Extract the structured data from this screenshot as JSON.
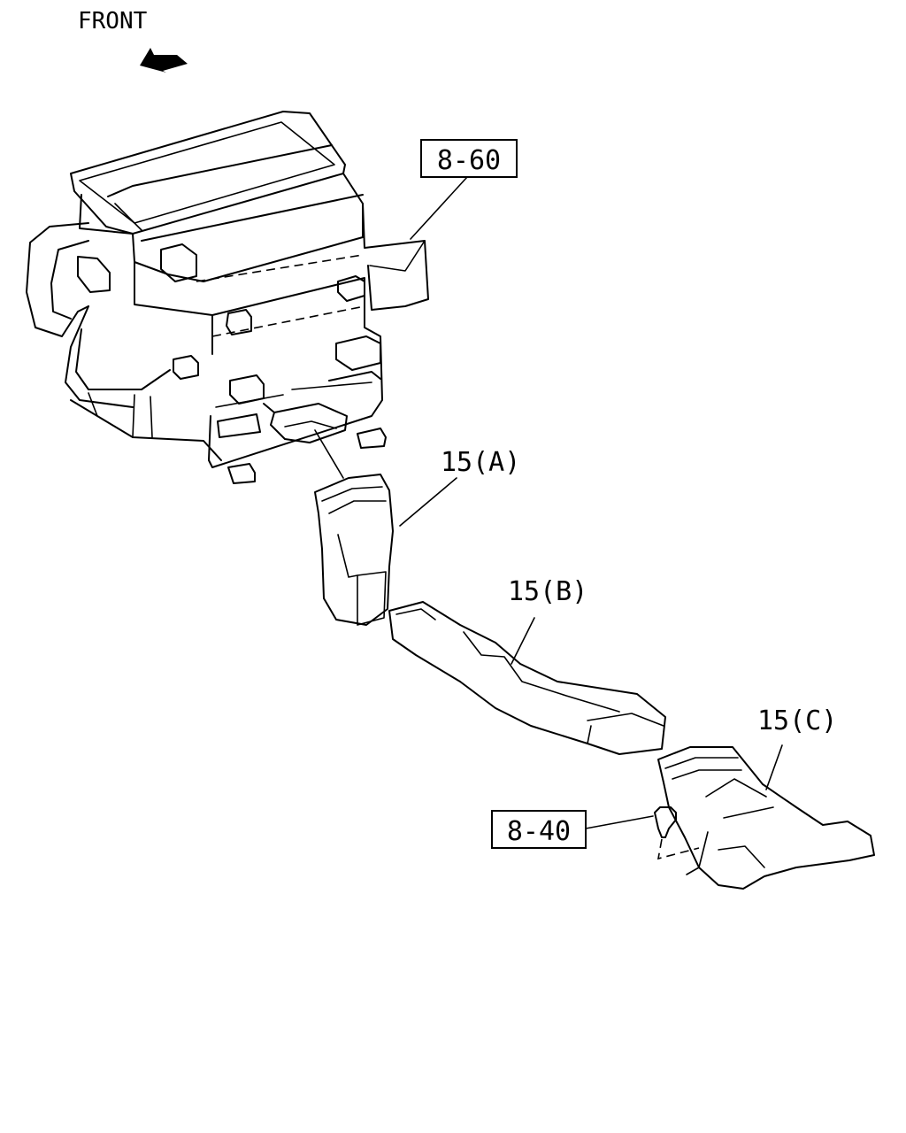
{
  "orientation": {
    "label": "FRONT",
    "icon": "arrow-front-icon"
  },
  "callouts": {
    "ref_8_60": "8-60",
    "ref_8_40": "8-40",
    "part_15a": "15(A)",
    "part_15b": "15(B)",
    "part_15c": "15(C)"
  },
  "colors": {
    "line": "#000000",
    "background": "#ffffff"
  }
}
